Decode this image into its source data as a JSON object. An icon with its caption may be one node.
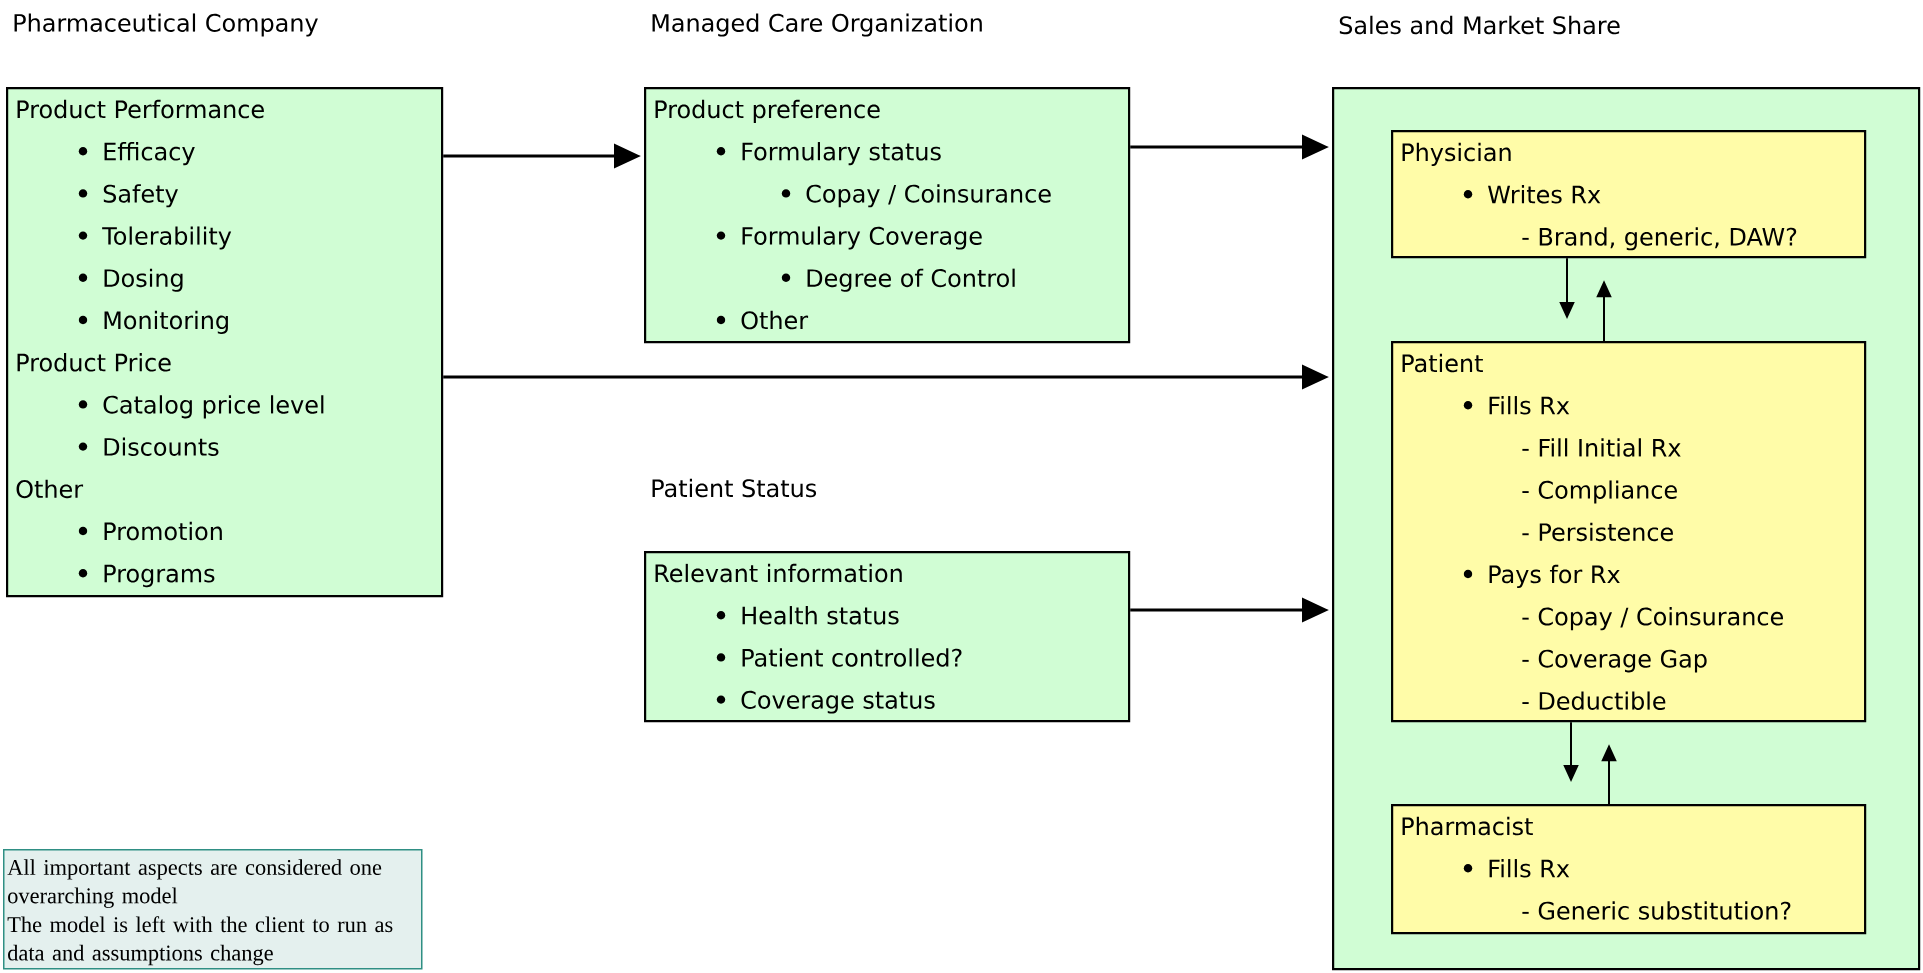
{
  "diagram": {
    "nodes": [
      {
        "text": [
          "Pharmaceutical Company",
          "Product Performance",
          "Efficacy",
          "Safety",
          "Tolerability",
          "Dosing",
          "Monitoring",
          "Product Price",
          "Catalog price level",
          "Discounts",
          "Other",
          "Promotion",
          "Programs"
        ]
      },
      {
        "text": [
          "Managed Care Organization",
          "Product preference",
          "Formulary status",
          "Copay / Coinsurance",
          "Formulary Coverage",
          "Degree of Control",
          "Other"
        ]
      },
      {
        "text": [
          "Patient Status",
          "Relevant information",
          "Health status",
          "Patient controlled?",
          "Coverage status"
        ]
      },
      {
        "text": [
          "Sales and Market Share"
        ]
      },
      {
        "text": [
          "Physician",
          "Writes Rx",
          "- Brand, generic, DAW?"
        ],
        "in": 3
      },
      {
        "text": [
          "Patient",
          "Fills Rx",
          "- Fill Initial Rx",
          "- Compliance",
          "- Persistence",
          "Pays for Rx",
          "- Copay / Coinsurance",
          "- Coverage Gap",
          "- Deductible"
        ],
        "in": 3
      },
      {
        "text": [
          "Pharmacist",
          "Fills Rx",
          "- Generic substitution?"
        ],
        "in": 3
      },
      {
        "text": [
          "All important aspects are considered one overarching model",
          "The model is left with the client to run as data and assumptions change"
        ]
      }
    ],
    "edges": [
      {
        "from": 0,
        "to": 1,
        "arrow": "to"
      },
      {
        "from": 0,
        "to": 3,
        "arrow": "to"
      },
      {
        "from": 1,
        "to": 3,
        "arrow": "to"
      },
      {
        "from": 2,
        "to": 3,
        "arrow": "to"
      },
      {
        "from": 4,
        "to": 5,
        "arrow": "to"
      },
      {
        "from": 5,
        "to": 4,
        "arrow": "to"
      },
      {
        "from": 5,
        "to": 6,
        "arrow": "to"
      },
      {
        "from": 6,
        "to": 5,
        "arrow": "to"
      }
    ]
  }
}
